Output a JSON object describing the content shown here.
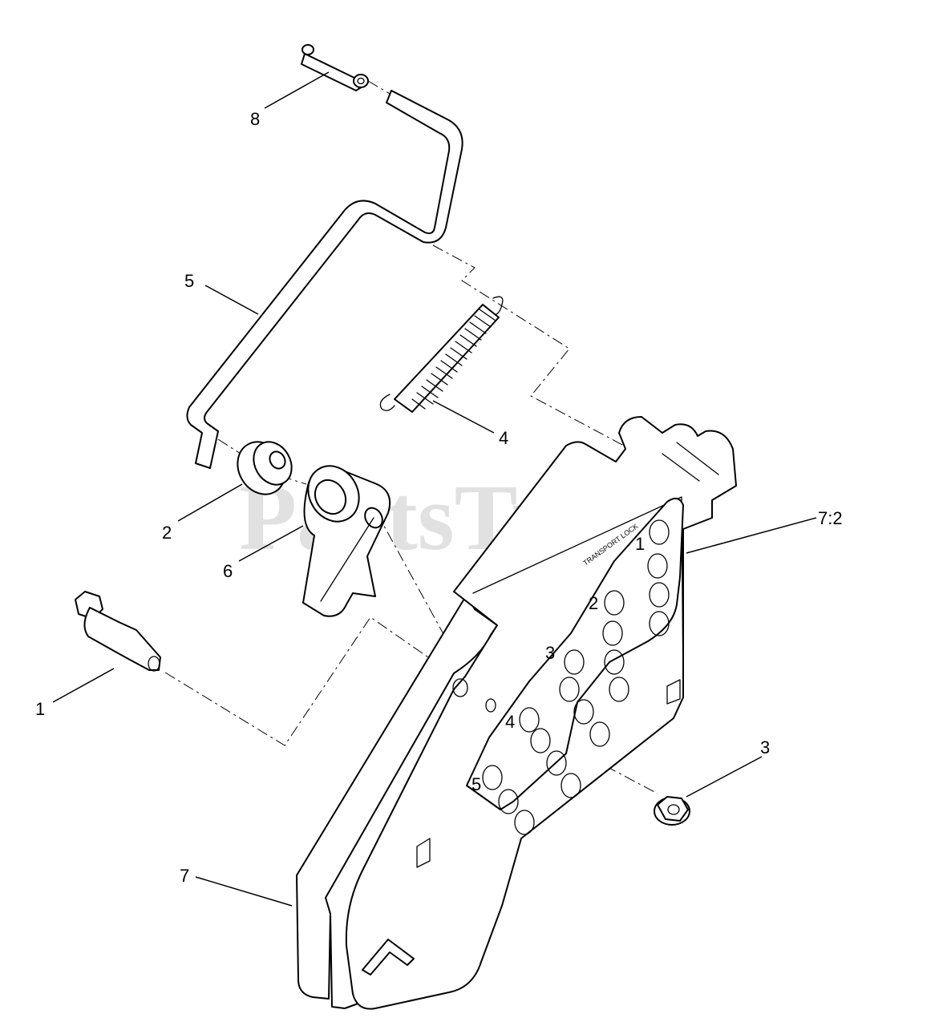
{
  "watermark": {
    "text": "PartsTree",
    "trademark": "™"
  },
  "callouts": [
    {
      "id": "1",
      "label": "1"
    },
    {
      "id": "2",
      "label": "2"
    },
    {
      "id": "3",
      "label": "3"
    },
    {
      "id": "4",
      "label": "4"
    },
    {
      "id": "5",
      "label": "5"
    },
    {
      "id": "6",
      "label": "6"
    },
    {
      "id": "7",
      "label": "7"
    },
    {
      "id": "7-2",
      "label": "7:2"
    },
    {
      "id": "8",
      "label": "8"
    }
  ],
  "plate_markings": {
    "transport_lock": "TRANSPORT LOCK",
    "positions": [
      "1",
      "2",
      "3",
      "4",
      "5"
    ]
  }
}
